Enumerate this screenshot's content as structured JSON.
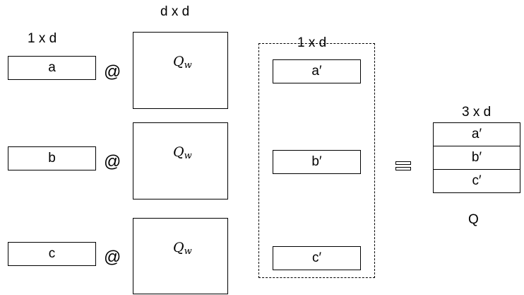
{
  "labels": {
    "input_dim": "1 x d",
    "weight_dim": "d x d",
    "output_dim": "1 x d",
    "result_dim": "3 x d",
    "result_name": "Q",
    "matmul_op": "@",
    "weight_symbol": "Q",
    "weight_subscript": "w"
  },
  "inputs": [
    "a",
    "b",
    "c"
  ],
  "outputs": [
    "a′",
    "b′",
    "c′"
  ],
  "result_rows": [
    "a′",
    "b′",
    "c′"
  ]
}
